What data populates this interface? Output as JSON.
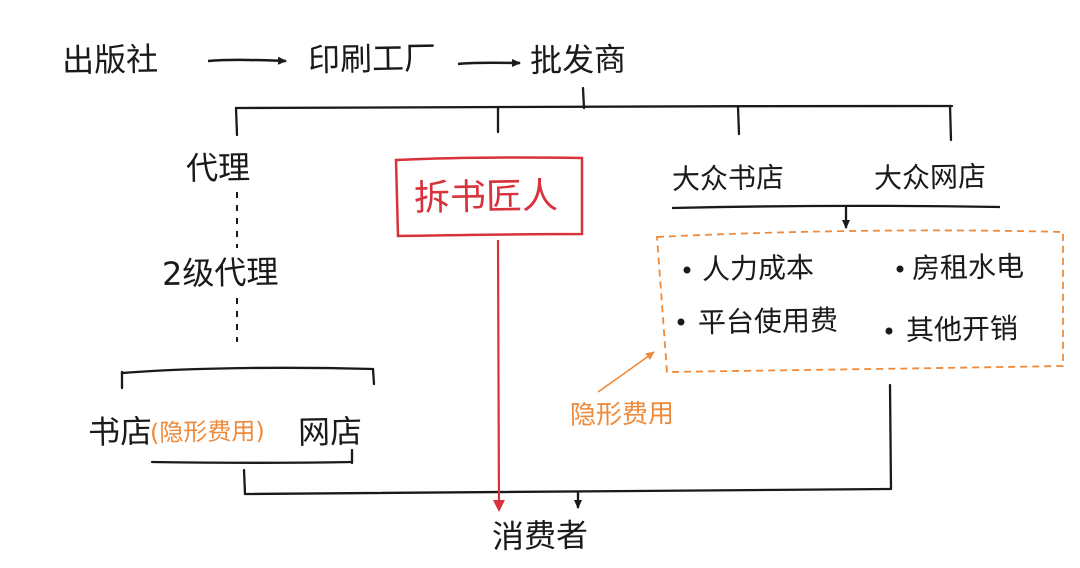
{
  "supply_chain": {
    "publisher": "出版社",
    "printer": "印刷工厂",
    "wholesaler": "批发商"
  },
  "channels": {
    "agent": "代理",
    "second_agent": "2级代理",
    "book_dismantler": "拆书匠人",
    "mass_bookstore": "大众书店",
    "mass_online_store": "大众网店"
  },
  "retail": {
    "bookstore": "书店",
    "bookstore_hidden_cost": "(隐形费用)",
    "online_store": "网店"
  },
  "cost_box": {
    "items": [
      "人力成本",
      "房租水电",
      "平台使用费",
      "其他开销"
    ]
  },
  "hidden_cost_label": "隐形费用",
  "consumer": "消费者",
  "colors": {
    "ink": "#1a1a1a",
    "highlight_red": "#d8323c",
    "hidden_cost_orange": "#ef8a3a"
  }
}
